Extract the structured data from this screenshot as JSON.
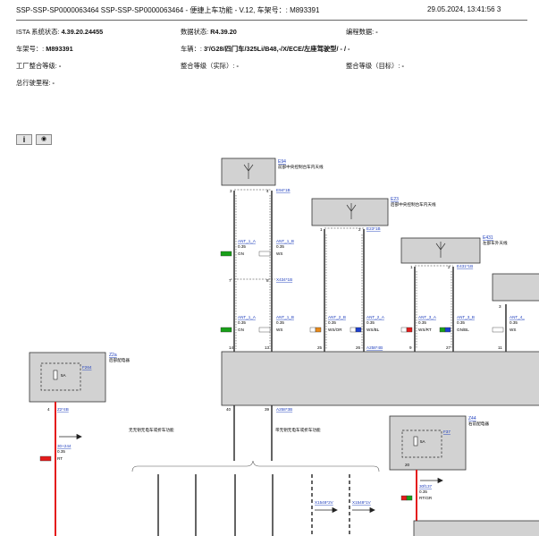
{
  "header": {
    "title": "SSP-SSP-SP0000063464 SSP-SSP-SP0000063464 - 便捷上车功能 - V.12, 车架号：: M893391",
    "datetime": "29.05.2024, 13:41:56 3"
  },
  "info": {
    "ista_label": "ISTA 系统状态:",
    "ista_value": "4.39.20.24455",
    "data_label": "数据状态:",
    "data_value": "R4.39.20",
    "prog_label": "编程数据:",
    "prog_value": "-",
    "vin_label": "车架号：:",
    "vin_value": "M893391",
    "vehicle_label": "车辆：:",
    "vehicle_value": "3'/G28/四门车/325Li/B48,-/X/ECE/左座驾驶型/ - / -",
    "factory_label": "工厂整合等级:",
    "factory_value": "-",
    "actual_label": "整合等级（实际）:",
    "actual_value": "-",
    "target_label": "整合等级（目标）:",
    "target_value": "-",
    "mileage_label": "总行驶里程:",
    "mileage_value": "-"
  },
  "toolbar": {
    "info_glyph": "i",
    "eye_glyph": "◉"
  },
  "diagram": {
    "antennas": [
      {
        "code": "E94",
        "desc": "前部中央控制台车内天线",
        "plug_top": "E94*1B"
      },
      {
        "code": "E23",
        "desc": "后部中央控制台车内天线",
        "plug_top": "E23*1B"
      },
      {
        "code": "E431",
        "desc": "左部车外天线",
        "plug_top": "E431*1B"
      }
    ],
    "connector_mid": "X434*1B",
    "connector_module": "A258*4B",
    "connector_module_lower": "A258*3B",
    "wires": [
      {
        "name": "ANT_1_A",
        "size": "0.35",
        "color": "GN"
      },
      {
        "name": "ANT_1_B",
        "size": "0.35",
        "color": "WS"
      },
      {
        "name": "ANT_2_B",
        "size": "0.35",
        "color": "WS/OR"
      },
      {
        "name": "ANT_2_A",
        "size": "0.35",
        "color": "WS/BL"
      },
      {
        "name": "ANT_3_A",
        "size": "0.35",
        "color": "WS/RT"
      },
      {
        "name": "ANT_3_B",
        "size": "0.35",
        "color": "GN/BL"
      },
      {
        "name": "ANT_4_",
        "size": "0.35",
        "color": "WS"
      }
    ],
    "pins": {
      "p3": "3",
      "p4": "4",
      "p1": "1",
      "p2": "2",
      "p7": "7",
      "p8": "8",
      "p14": "14",
      "p13": "13",
      "p25": "25",
      "p26": "26",
      "p9": "9",
      "p27": "27",
      "p11": "11",
      "p40": "40",
      "p39": "39",
      "p4b": "4",
      "p20": "20",
      "p3b": "3"
    },
    "left_box": {
      "code": "Z2a",
      "desc": "后部配电器",
      "fuse": "F264",
      "amp": "5A",
      "conn": "Z2*4B"
    },
    "left_wire": {
      "num": "30+244",
      "size": "0.35",
      "color": "RT"
    },
    "right_box": {
      "code": "Z44",
      "desc": "右前配电器",
      "fuse": "F37",
      "amp": "5A"
    },
    "right_wire": {
      "num": "30f137",
      "size": "0.35",
      "color": "RT/GR"
    },
    "note_left": "无无钥无电车或折车功能",
    "note_right": "带无钥无电车或折车功能",
    "conn_a": "X1548*2V",
    "conn_b": "X1548*1V",
    "colors": {
      "red": "#e41b1b",
      "green": "#18a018",
      "blue": "#1c3fd0",
      "grey": "#d2d2d2",
      "link": "#1d3dbd"
    }
  }
}
